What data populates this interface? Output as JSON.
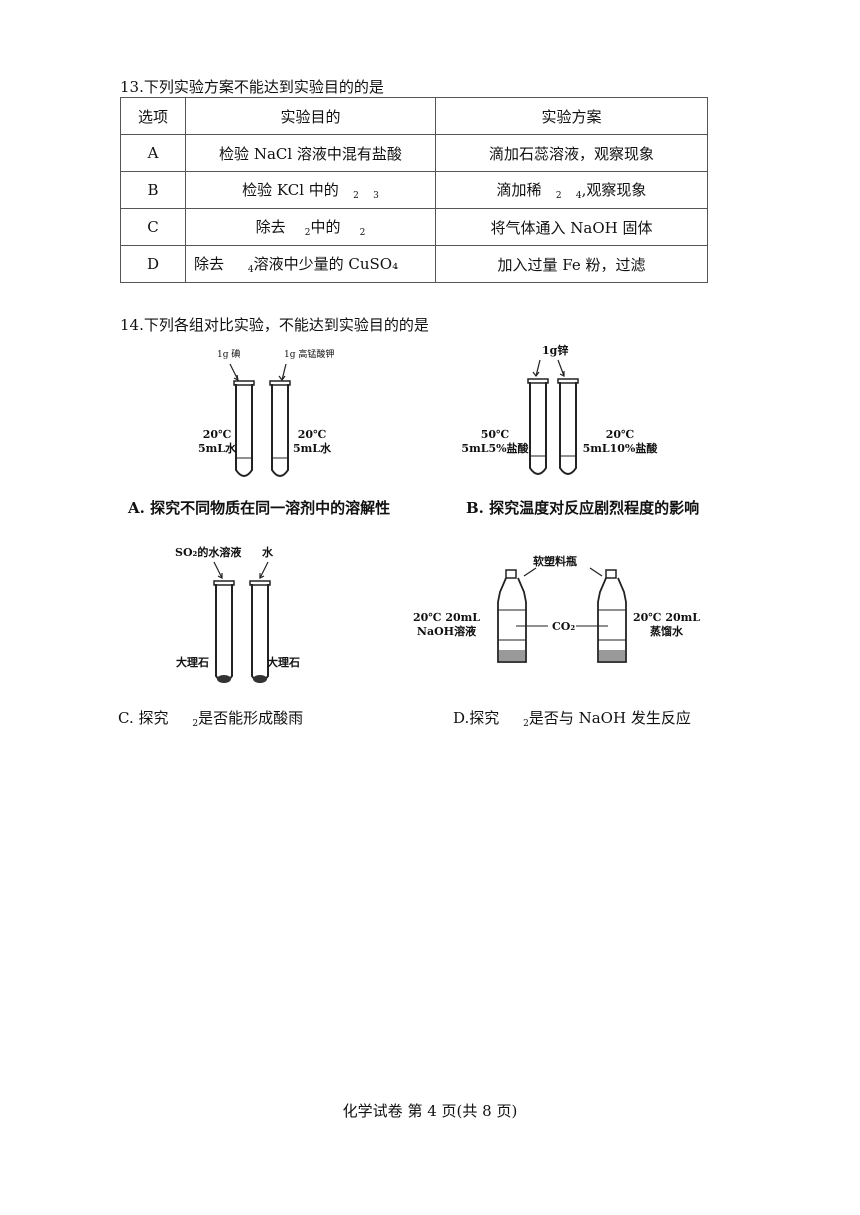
{
  "q13": {
    "title": "13.下列实验方案不能达到实验目的的是",
    "headers": [
      "选项",
      "实验目的",
      "实验方案"
    ],
    "rows": [
      {
        "opt": "A",
        "purpose": "检验 NaCl 溶液中混有盐酸",
        "plan": "滴加石蕊溶液，观察现象"
      },
      {
        "opt": "B",
        "purpose_a": "检验 KCl 中的",
        "purpose_s1": "2",
        "purpose_s2": "3",
        "plan_a": "滴加稀",
        "plan_s1": "2",
        "plan_s2": "4",
        "plan_b": ",观察现象"
      },
      {
        "opt": "C",
        "purpose_a": "除去",
        "purpose_s1": "2",
        "purpose_b": "中的",
        "purpose_s2": "2",
        "plan": "将气体通入 NaOH 固体"
      },
      {
        "opt": "D",
        "purpose_a": "除去",
        "purpose_s1": "4",
        "purpose_b": "溶液中少量的 CuSO₄",
        "plan": "加入过量 Fe 粉，过滤"
      }
    ]
  },
  "q14": {
    "title": "14.下列各组对比实验，不能达到实验目的的是",
    "A": {
      "reagent_left": "1g 碘",
      "reagent_right": "1g 高锰酸钾",
      "label_left": [
        "20℃",
        "5mL水"
      ],
      "label_right": [
        "20℃",
        "5mL水"
      ],
      "caption": "A. 探究不同物质在同一溶剂中的溶解性"
    },
    "B": {
      "reagent": "1g锌",
      "label_left": [
        "50℃",
        "5mL5%盐酸"
      ],
      "label_right": [
        "20℃",
        "5mL10%盐酸"
      ],
      "caption": "B. 探究温度对反应剧烈程度的影响"
    },
    "C": {
      "reagent_left": "SO₂的水溶液",
      "reagent_right": "水",
      "label_left": "大理石",
      "label_right": "大理石",
      "caption_a": "C.  探究",
      "caption_sub": "2",
      "caption_b": "是否能形成酸雨"
    },
    "D": {
      "bottle_label": "软塑料瓶",
      "label_left": [
        "20℃ 20mL",
        "NaOH溶液"
      ],
      "label_right": [
        "20℃ 20mL",
        "蒸馏水"
      ],
      "gas": "CO₂",
      "caption_a": "D.探究",
      "caption_sub": "2",
      "caption_b": "是否与 NaOH 发生反应"
    }
  },
  "footer": "化学试卷  第 4 页(共 8 页)"
}
